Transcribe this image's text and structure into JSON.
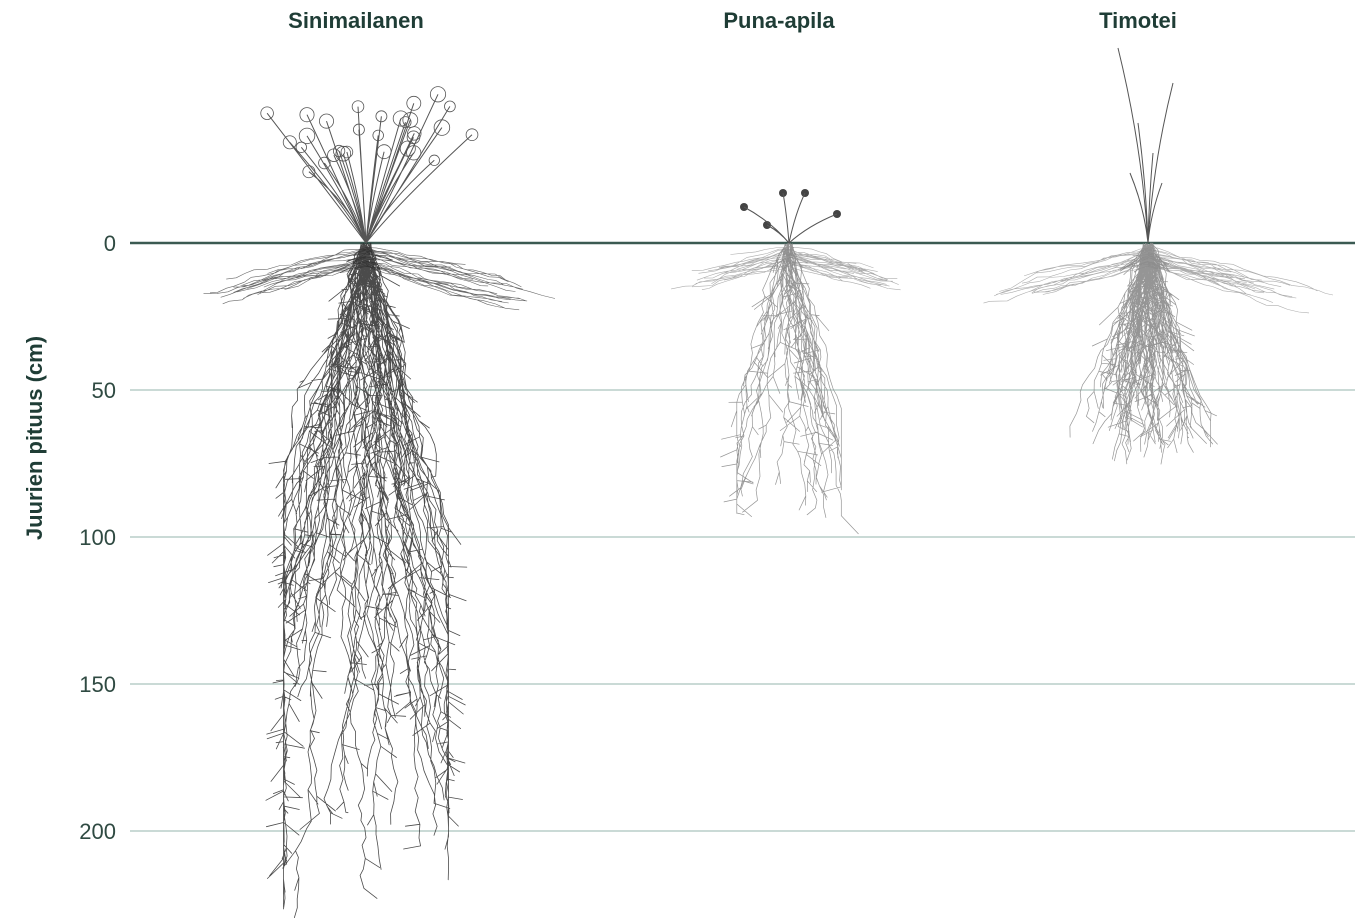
{
  "chart_data": {
    "type": "other",
    "ylabel": "Juurien pituus (cm)",
    "y_ticks": [
      0,
      50,
      100,
      150,
      200
    ],
    "ylim": [
      0,
      230
    ],
    "y_inverted": true,
    "grid": true,
    "categories": [
      "Sinimailanen",
      "Puna-apila",
      "Timotei"
    ],
    "values": [
      230,
      92,
      72
    ],
    "colors": {
      "ground_line": "#3b5a52",
      "grid_line": "#b9cdc8",
      "text": "#1f3d36",
      "root_dark": "#2b2b2b",
      "root_light": "#8a8a8a"
    }
  }
}
